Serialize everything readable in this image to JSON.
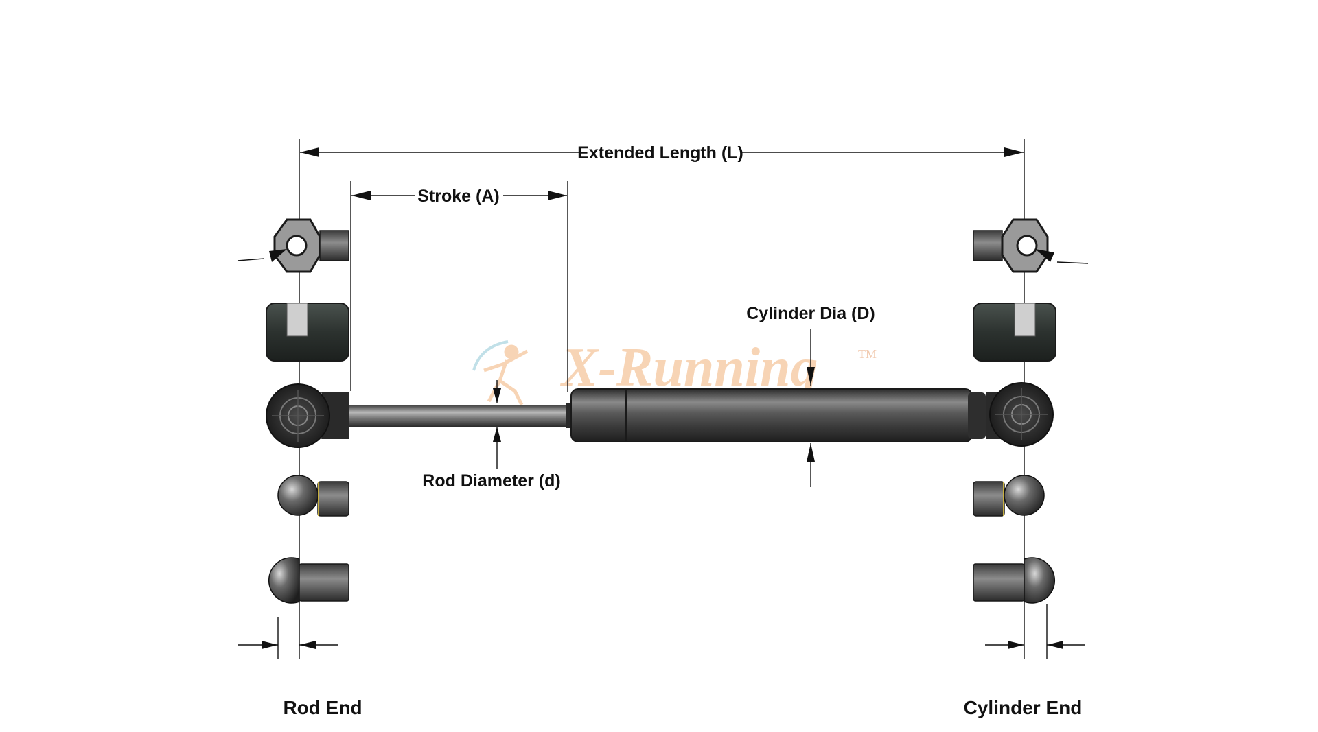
{
  "dimensions": {
    "extended_length": "Extended Length (L)",
    "stroke": "Stroke (A)",
    "cylinder_dia": "Cylinder Dia (D)",
    "rod_diameter": "Rod Diameter (d)"
  },
  "ends": {
    "rod_end": "Rod End",
    "cylinder_end": "Cylinder End"
  },
  "watermark": {
    "brand": "X-Running",
    "tm": "TM"
  },
  "colors": {
    "line": "#111111",
    "metal_dark": "#2f3331",
    "metal_mid": "#6e6e6e",
    "metal_light": "#b9b9b9",
    "watermark": "#f2b27a"
  }
}
